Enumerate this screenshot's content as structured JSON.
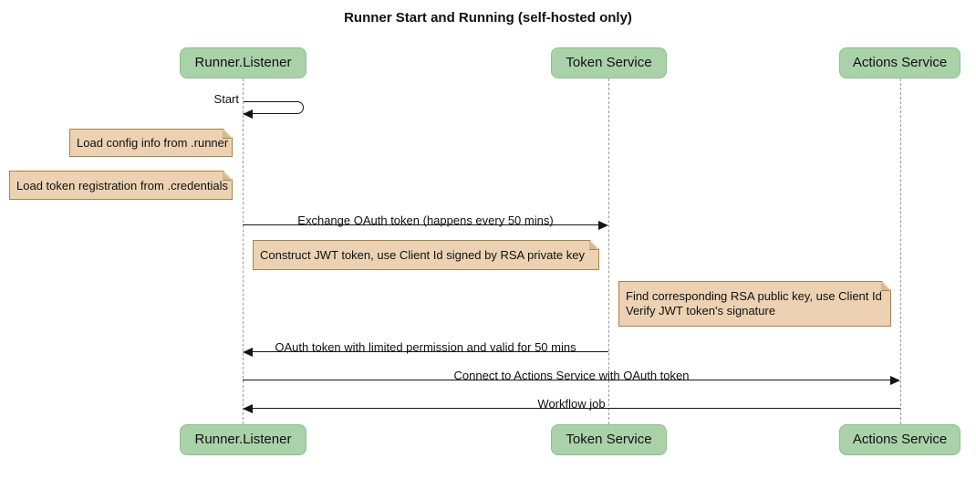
{
  "title": "Runner Start and Running (self-hosted only)",
  "colors": {
    "actor_fill": "#A9D2A9",
    "actor_border": "#8CC08C",
    "note_fill": "#ECD2B2",
    "note_border": "#A8834F",
    "lifeline": "#9A9A9A",
    "arrow": "#141414"
  },
  "actors": [
    {
      "label": "Runner.Listener"
    },
    {
      "label": "Token Service"
    },
    {
      "label": "Actions Service"
    }
  ],
  "messages": [
    {
      "label": "Start",
      "from": "Runner.Listener",
      "to": "Runner.Listener",
      "type": "self"
    },
    {
      "label": "Exchange OAuth token (happens every 50 mins)",
      "from": "Runner.Listener",
      "to": "Token Service",
      "type": "solid"
    },
    {
      "label": "OAuth token with limited permission and valid for 50 mins",
      "from": "Token Service",
      "to": "Runner.Listener",
      "type": "solid"
    },
    {
      "label": "Connect to Actions Service with OAuth token",
      "from": "Runner.Listener",
      "to": "Actions Service",
      "type": "solid"
    },
    {
      "label": "Workflow job",
      "from": "Actions Service",
      "to": "Runner.Listener",
      "type": "solid"
    }
  ],
  "notes": [
    {
      "lines": [
        "Load config info from .runner"
      ],
      "anchor": "Runner.Listener"
    },
    {
      "lines": [
        "Load token registration from .credentials"
      ],
      "anchor": "Runner.Listener"
    },
    {
      "lines": [
        "Construct JWT token, use Client Id signed by RSA private key"
      ],
      "anchor": "Runner.Listener"
    },
    {
      "lines": [
        "Find corresponding RSA public key, use Client Id",
        "Verify JWT token's signature"
      ],
      "anchor": "Actions Service"
    }
  ]
}
